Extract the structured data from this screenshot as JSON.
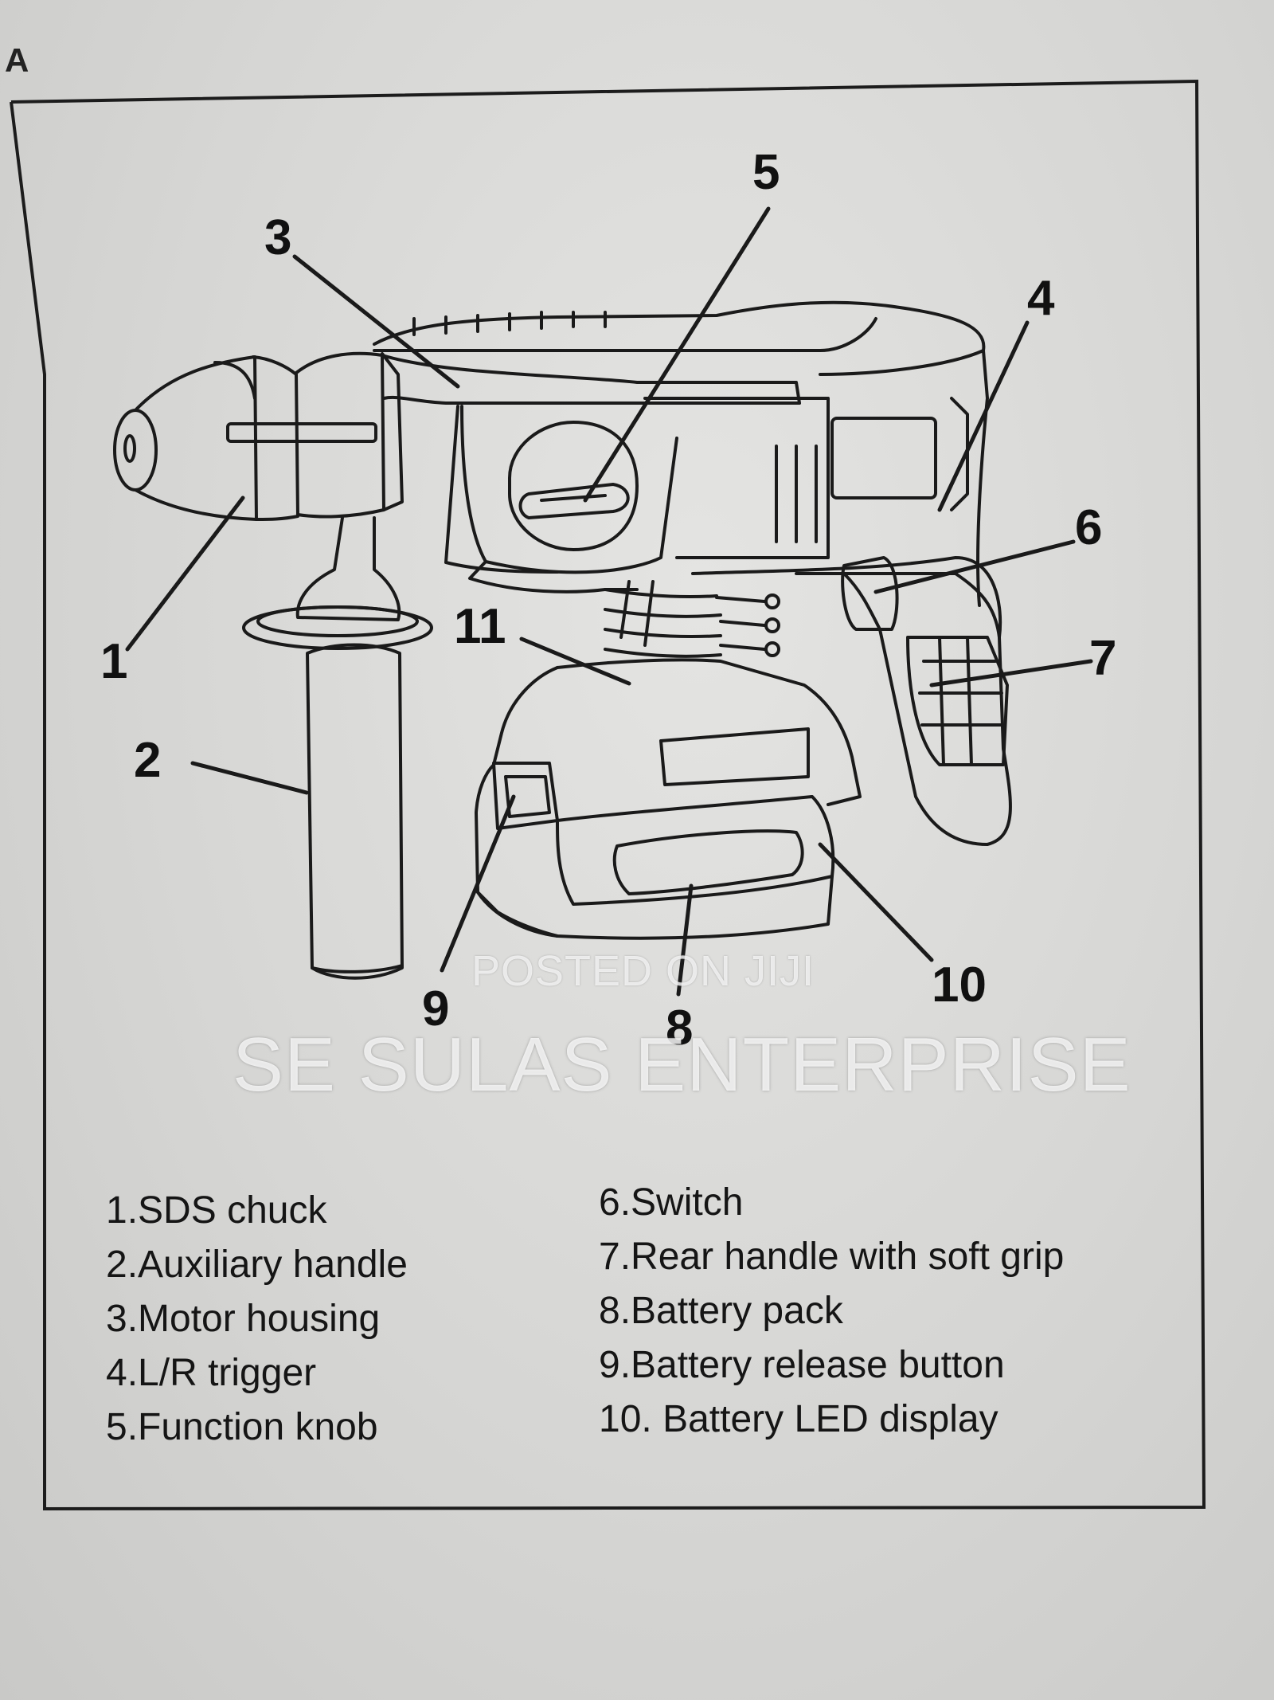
{
  "corner_letter": "A",
  "callouts": [
    {
      "id": "1",
      "label": "1"
    },
    {
      "id": "2",
      "label": "2"
    },
    {
      "id": "3",
      "label": "3"
    },
    {
      "id": "4",
      "label": "4"
    },
    {
      "id": "5",
      "label": "5"
    },
    {
      "id": "6",
      "label": "6"
    },
    {
      "id": "7",
      "label": "7"
    },
    {
      "id": "8",
      "label": "8"
    },
    {
      "id": "9",
      "label": "9"
    },
    {
      "id": "10",
      "label": "10"
    },
    {
      "id": "11",
      "label": "11"
    }
  ],
  "watermark": {
    "small": "POSTED ON JIJI",
    "large": "SE SULAS ENTERPRISE"
  },
  "legend": {
    "left": [
      "1.SDS chuck",
      "2.Auxiliary handle",
      "3.Motor housing",
      "4.L/R trigger",
      "5.Function knob"
    ],
    "right": [
      "6.Switch",
      "7.Rear handle with soft grip",
      "8.Battery pack",
      "9.Battery release button",
      "10. Battery LED display"
    ]
  }
}
